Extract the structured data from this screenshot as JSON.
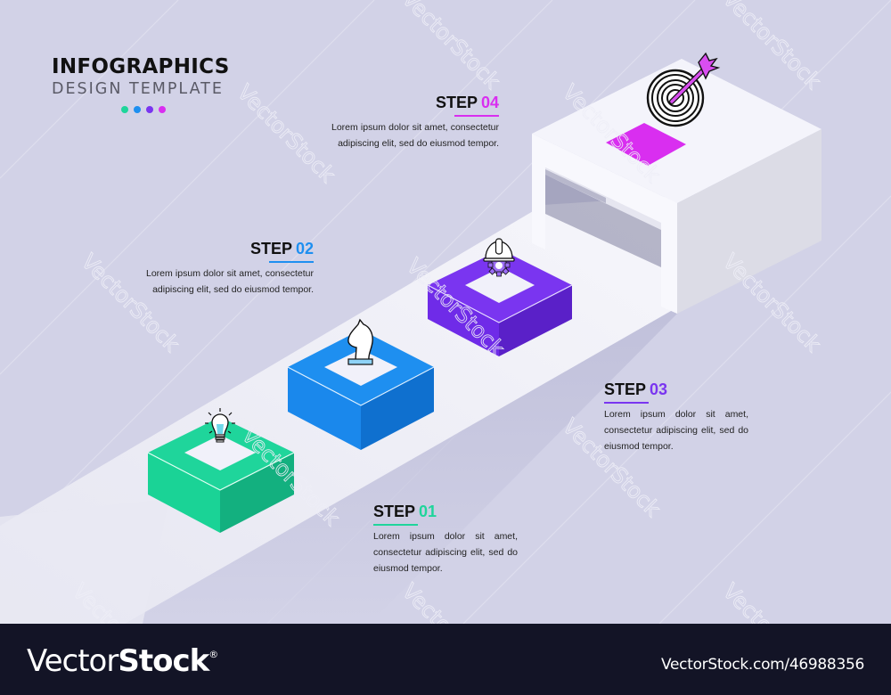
{
  "header": {
    "title": "INFOGRAPHICS",
    "subtitle": "DESIGN TEMPLATE",
    "dots": [
      "#1fd59b",
      "#1e8ff0",
      "#7a35f0",
      "#d92ef0"
    ]
  },
  "steps": [
    {
      "label": "STEP",
      "number": "01",
      "color": "#1fd59b",
      "icon": "lightbulb-icon",
      "text": "Lorem ipsum dolor sit amet, consectetur adipiscing elit, sed do eiusmod tempor."
    },
    {
      "label": "STEP",
      "number": "02",
      "color": "#1e8ff0",
      "icon": "chess-knight-icon",
      "text": "Lorem ipsum dolor sit amet, consectetur adipiscing elit, sed do eiusmod tempor."
    },
    {
      "label": "STEP",
      "number": "03",
      "color": "#7a35f0",
      "icon": "hardhat-gear-icon",
      "text": "Lorem ipsum dolor sit amet, consectetur adipiscing elit, sed do eiusmod tempor."
    },
    {
      "label": "STEP",
      "number": "04",
      "color": "#d92ef0",
      "icon": "target-arrow-icon",
      "text": "Lorem ipsum dolor sit amet, consectetur adipiscing elit, sed do eiusmod tempor."
    }
  ],
  "colors": {
    "background": "#d2d2e7",
    "path": "#ececf4",
    "green_top": "#1fd59b",
    "green_side": "#13b07f",
    "blue_top": "#1e8ff0",
    "blue_side": "#0f70cf",
    "purple_top": "#7a35f0",
    "purple_side": "#5a20c8",
    "magenta": "#d92ef0"
  },
  "footer": {
    "brand_light": "Vector",
    "brand_bold": "Stock",
    "registered": "®",
    "reference": "VectorStock.com/46988356"
  },
  "watermark": "VectorStock®"
}
